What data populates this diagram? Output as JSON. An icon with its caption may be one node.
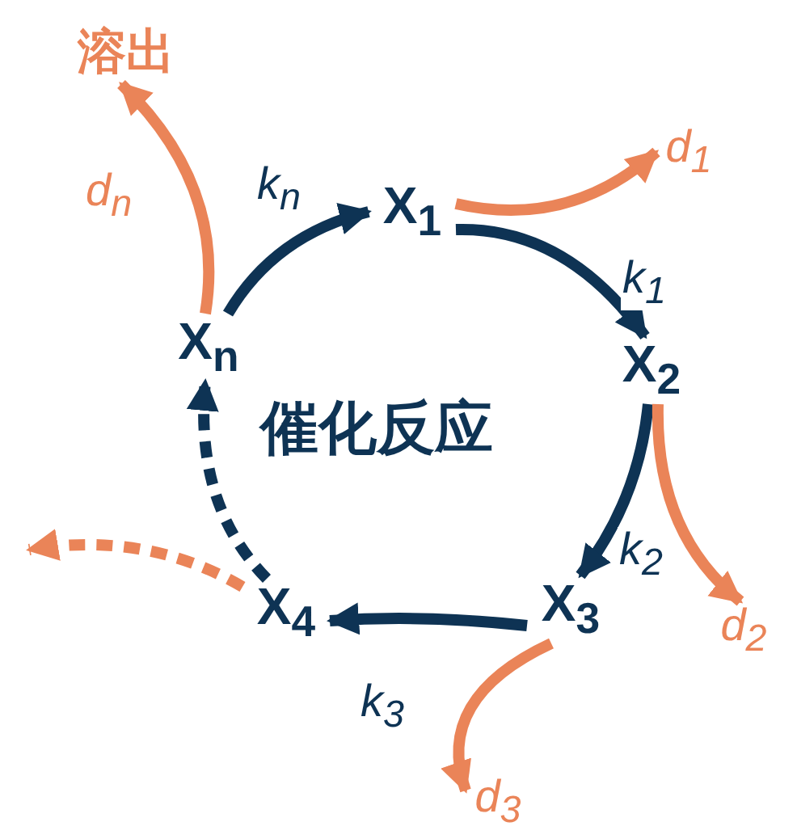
{
  "diagram": {
    "nodes": [
      {
        "text": [
          "X$_{1}$"
        ]
      },
      {
        "text": [
          "X$_{2}$"
        ]
      },
      {
        "text": [
          "X$_{3}$"
        ]
      },
      {
        "text": [
          "X$_{4}$"
        ]
      },
      {
        "text": [
          "X$_{n}$"
        ]
      },
      {
        "text": [
          "d$_{1}$"
        ]
      },
      {
        "text": [
          "d$_{2}$"
        ]
      },
      {
        "text": [
          "d$_{3}$"
        ]
      },
      {
        "text": [
          "溶出"
        ]
      }
    ],
    "edges": [
      {
        "from": 0,
        "to": 1,
        "arrow": "to",
        "label": "k$_{1}$",
        "color": "#0e3354"
      },
      {
        "from": 1,
        "to": 2,
        "arrow": "to",
        "label": "k$_{2}$",
        "color": "#0e3354"
      },
      {
        "from": 2,
        "to": 3,
        "arrow": "to",
        "label": "k$_{3}$",
        "color": "#0e3354"
      },
      {
        "from": 3,
        "to": 4,
        "arrow": "to",
        "style": "dashed",
        "color": "#0e3354"
      },
      {
        "from": 4,
        "to": 0,
        "arrow": "to",
        "label": "k$_{n}$",
        "color": "#0e3354"
      },
      {
        "from": 0,
        "to": 5,
        "arrow": "to",
        "color": "#ea8458"
      },
      {
        "from": 1,
        "to": 6,
        "arrow": "to",
        "color": "#ea8458"
      },
      {
        "from": 2,
        "to": 7,
        "arrow": "to",
        "color": "#ea8458"
      },
      {
        "from": 4,
        "to": 8,
        "arrow": "to",
        "label": "d$_{n}$",
        "color": "#ea8458"
      },
      {
        "from": 3,
        "to": null,
        "arrow": "to",
        "style": "dashed",
        "color": "#ea8458"
      }
    ],
    "labels": [
      "催化反应"
    ]
  }
}
